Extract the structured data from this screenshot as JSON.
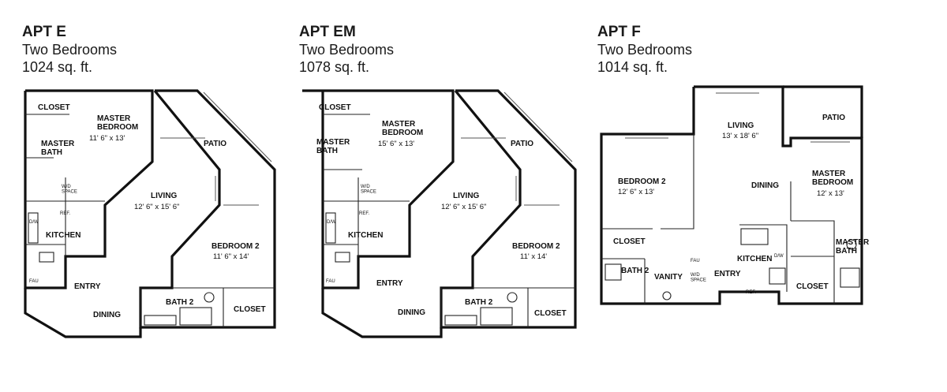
{
  "plans": [
    {
      "title": "APT E",
      "bedrooms": "Two Bedrooms",
      "area": "1024 sq. ft.",
      "rooms": {
        "closet_1": "CLOSET",
        "master_bedroom": "MASTER\nBEDROOM",
        "master_bedroom_dim": "11' 6\" x 13'",
        "master_bath": "MASTER\nBATH",
        "patio": "PATIO",
        "living": "LIVING",
        "living_dim": "12' 6\" x 15' 6\"",
        "kitchen": "KITCHEN",
        "bedroom_2": "BEDROOM 2",
        "bedroom_2_dim": "11' 6\" x 14'",
        "entry": "ENTRY",
        "dining": "DINING",
        "bath_2": "BATH 2",
        "closet_2": "CLOSET"
      },
      "fixtures": {
        "wd_space": "W/D\nSPACE",
        "ref": "REF.",
        "dw": "D/W",
        "fau": "FAU"
      }
    },
    {
      "title": "APT EM",
      "bedrooms": "Two Bedrooms",
      "area": "1078 sq. ft.",
      "rooms": {
        "closet_1": "CLOSET",
        "master_bedroom": "MASTER\nBEDROOM",
        "master_bedroom_dim": "15' 6\" x 13'",
        "master_bath": "MASTER\nBATH",
        "patio": "PATIO",
        "living": "LIVING",
        "living_dim": "12' 6\" x 15' 6\"",
        "kitchen": "KITCHEN",
        "bedroom_2": "BEDROOM 2",
        "bedroom_2_dim": "11' x 14'",
        "entry": "ENTRY",
        "dining": "DINING",
        "bath_2": "BATH 2",
        "closet_2": "CLOSET"
      },
      "fixtures": {
        "wd_space": "W/D\nSPACE",
        "ref": "REF.",
        "dw": "D/W",
        "fau": "FAU"
      }
    },
    {
      "title": "APT F",
      "bedrooms": "Two Bedrooms",
      "area": "1014 sq. ft.",
      "rooms": {
        "living": "LIVING",
        "living_dim": "13' x 18' 6\"",
        "patio": "PATIO",
        "bedroom_2": "BEDROOM 2",
        "bedroom_2_dim": "12' 6\" x 13'",
        "dining": "DINING",
        "master_bedroom": "MASTER\nBEDROOM",
        "master_bedroom_dim": "12' x 13'",
        "closet_1": "CLOSET",
        "bath_2": "BATH 2",
        "vanity": "VANITY",
        "kitchen": "KITCHEN",
        "entry": "ENTRY",
        "master_bath": "MASTER\nBATH",
        "closet_2": "CLOSET"
      },
      "fixtures": {
        "wd_space": "W/D\nSPACE",
        "ref": "REF.",
        "dw": "D/W",
        "fau": "FAU"
      }
    }
  ]
}
